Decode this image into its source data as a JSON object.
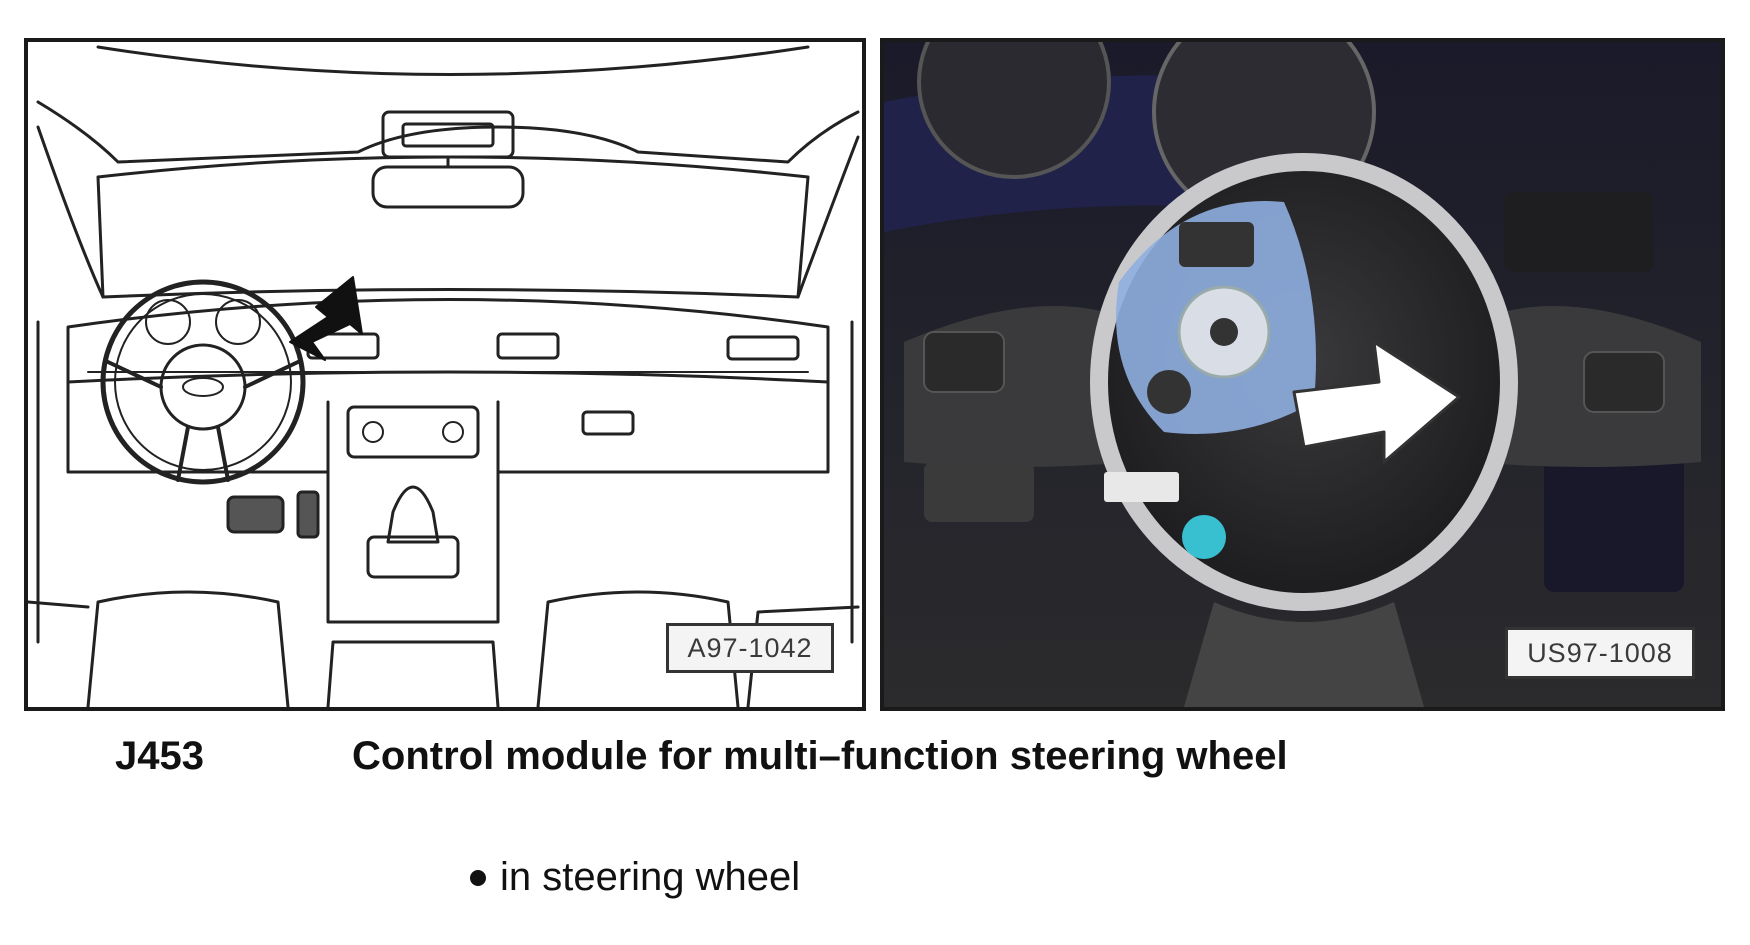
{
  "figures": {
    "left": {
      "reference": "A97-1042"
    },
    "right": {
      "reference": "US97-1008"
    }
  },
  "caption": {
    "code": "J453",
    "title": "Control module for multi–function steering wheel"
  },
  "location_bullets": [
    "in steering wheel"
  ]
}
